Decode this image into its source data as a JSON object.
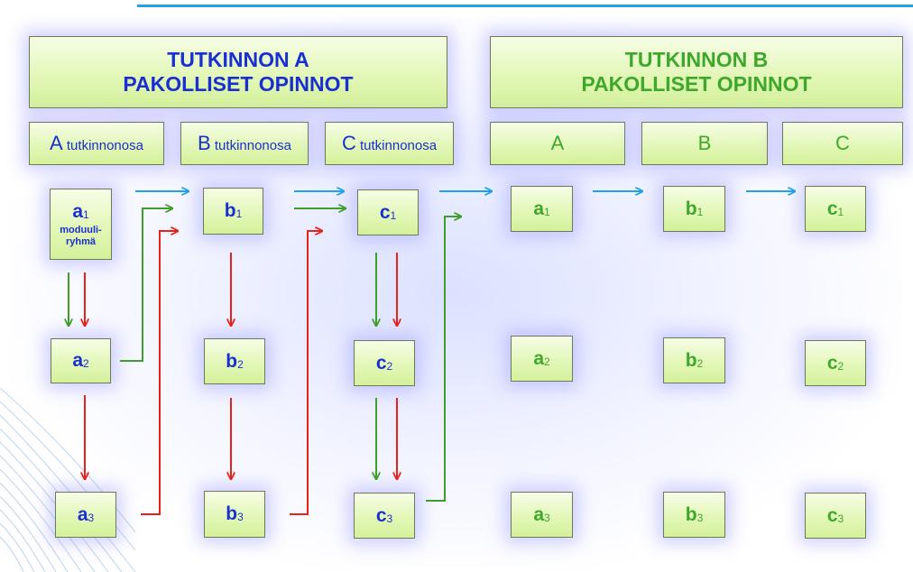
{
  "titles": {
    "a": {
      "line1": "TUTKINNON A",
      "line2": "PAKOLLISET OPINNOT"
    },
    "b": {
      "line1": "TUTKINNON B",
      "line2": "PAKOLLISET OPINNOT"
    }
  },
  "headers_a": [
    {
      "letter": "A",
      "word": " tutkinnonosa"
    },
    {
      "letter": "B",
      "word": " tutkinnonosa"
    },
    {
      "letter": "C",
      "word": " tutkinnonosa"
    }
  ],
  "headers_b": [
    "A",
    "B",
    "C"
  ],
  "nodes_a": {
    "a1": {
      "letter": "a",
      "sub": "1",
      "note1": "moduuli-",
      "note2": "ryhmä"
    },
    "a2": {
      "letter": "a",
      "sub": "2"
    },
    "a3": {
      "letter": "a",
      "sub": "3"
    },
    "b1": {
      "letter": "b",
      "sub": "1"
    },
    "b2": {
      "letter": "b",
      "sub": "2"
    },
    "b3": {
      "letter": "b",
      "sub": "3"
    },
    "c1": {
      "letter": "c",
      "sub": "1"
    },
    "c2": {
      "letter": "c",
      "sub": "2"
    },
    "c3": {
      "letter": "c",
      "sub": "3"
    }
  },
  "nodes_b": {
    "a1": {
      "letter": "a",
      "sub": "1"
    },
    "a2": {
      "letter": "a",
      "sub": "2"
    },
    "a3": {
      "letter": "a",
      "sub": "3"
    },
    "b1": {
      "letter": "b",
      "sub": "1"
    },
    "b2": {
      "letter": "b",
      "sub": "2"
    },
    "b3": {
      "letter": "b",
      "sub": "3"
    },
    "c1": {
      "letter": "c",
      "sub": "1"
    },
    "c2": {
      "letter": "c",
      "sub": "2"
    },
    "c3": {
      "letter": "c",
      "sub": "3"
    }
  },
  "colors": {
    "blue_text": "#1a2fd0",
    "green_text": "#3ea82a",
    "arrow_blue": "#1fa2e6",
    "arrow_green": "#3f9e2a",
    "arrow_red": "#e8221a"
  }
}
